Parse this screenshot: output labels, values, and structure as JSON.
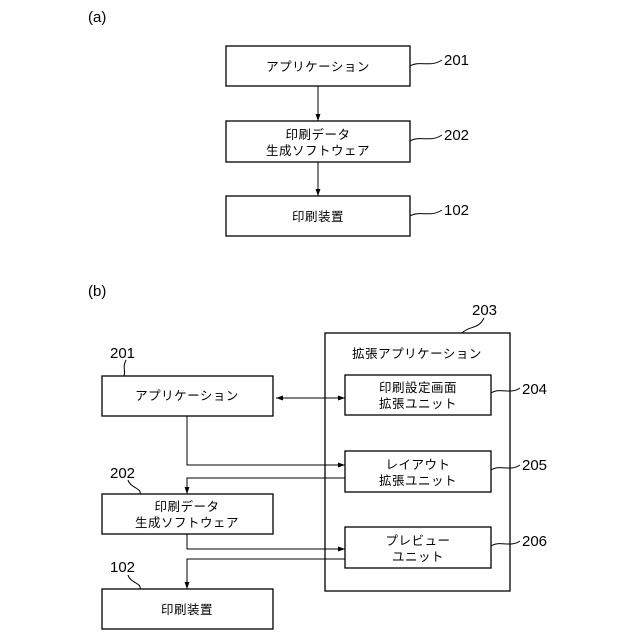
{
  "figure_a": {
    "label": "(a)",
    "boxes": {
      "app": [
        "アプリケーション"
      ],
      "gen": [
        "印刷データ",
        "生成ソフトウェア"
      ],
      "dev": [
        "印刷装置"
      ]
    },
    "refs": {
      "app": "201",
      "gen": "202",
      "dev": "102"
    }
  },
  "figure_b": {
    "label": "(b)",
    "container": {
      "title": "拡張アプリケーション",
      "ref": "203"
    },
    "boxes": {
      "app": [
        "アプリケーション"
      ],
      "gen": [
        "印刷データ",
        "生成ソフトウェア"
      ],
      "dev": [
        "印刷装置"
      ],
      "ext_print": [
        "印刷設定画面",
        "拡張ユニット"
      ],
      "ext_layout": [
        "レイアウト",
        "拡張ユニット"
      ],
      "ext_preview": [
        "プレビュー",
        "ユニット"
      ]
    },
    "refs": {
      "app": "201",
      "gen": "202",
      "dev": "102",
      "ext_print": "204",
      "ext_layout": "205",
      "ext_preview": "206"
    }
  }
}
